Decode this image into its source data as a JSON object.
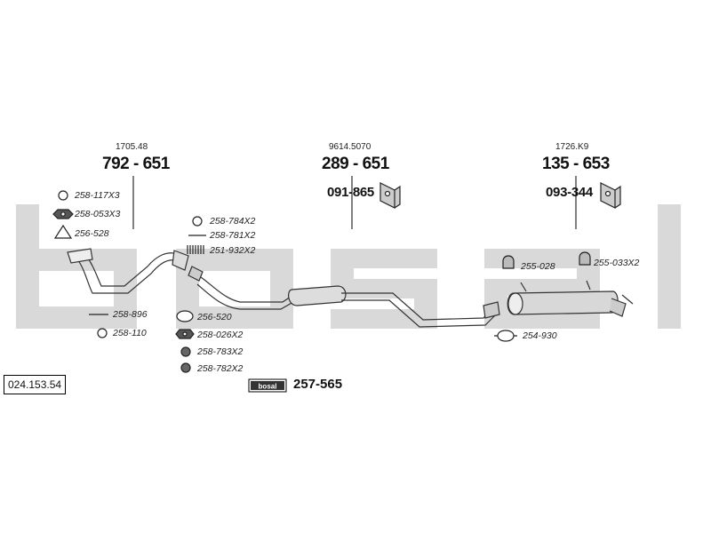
{
  "reference": "024.153.54",
  "groups": [
    {
      "code": "1705.48",
      "number": "792 - 651"
    },
    {
      "code": "9614.5070",
      "number": "289 - 651",
      "sub": "091-865"
    },
    {
      "code": "1726.K9",
      "number": "135 - 653",
      "sub": "093-344"
    }
  ],
  "parts_left": [
    "258-117X3",
    "258-053X3",
    "256-528",
    "258-896",
    "258-110"
  ],
  "parts_mid": [
    "258-784X2",
    "258-781X2",
    "251-932X2",
    "256-520",
    "258-026X2",
    "258-783X2",
    "258-782X2"
  ],
  "parts_right": [
    "255-028",
    "255-033X2",
    "254-930"
  ],
  "brand_box": {
    "label": "bosal",
    "number": "257-565"
  },
  "watermark": "bosal"
}
